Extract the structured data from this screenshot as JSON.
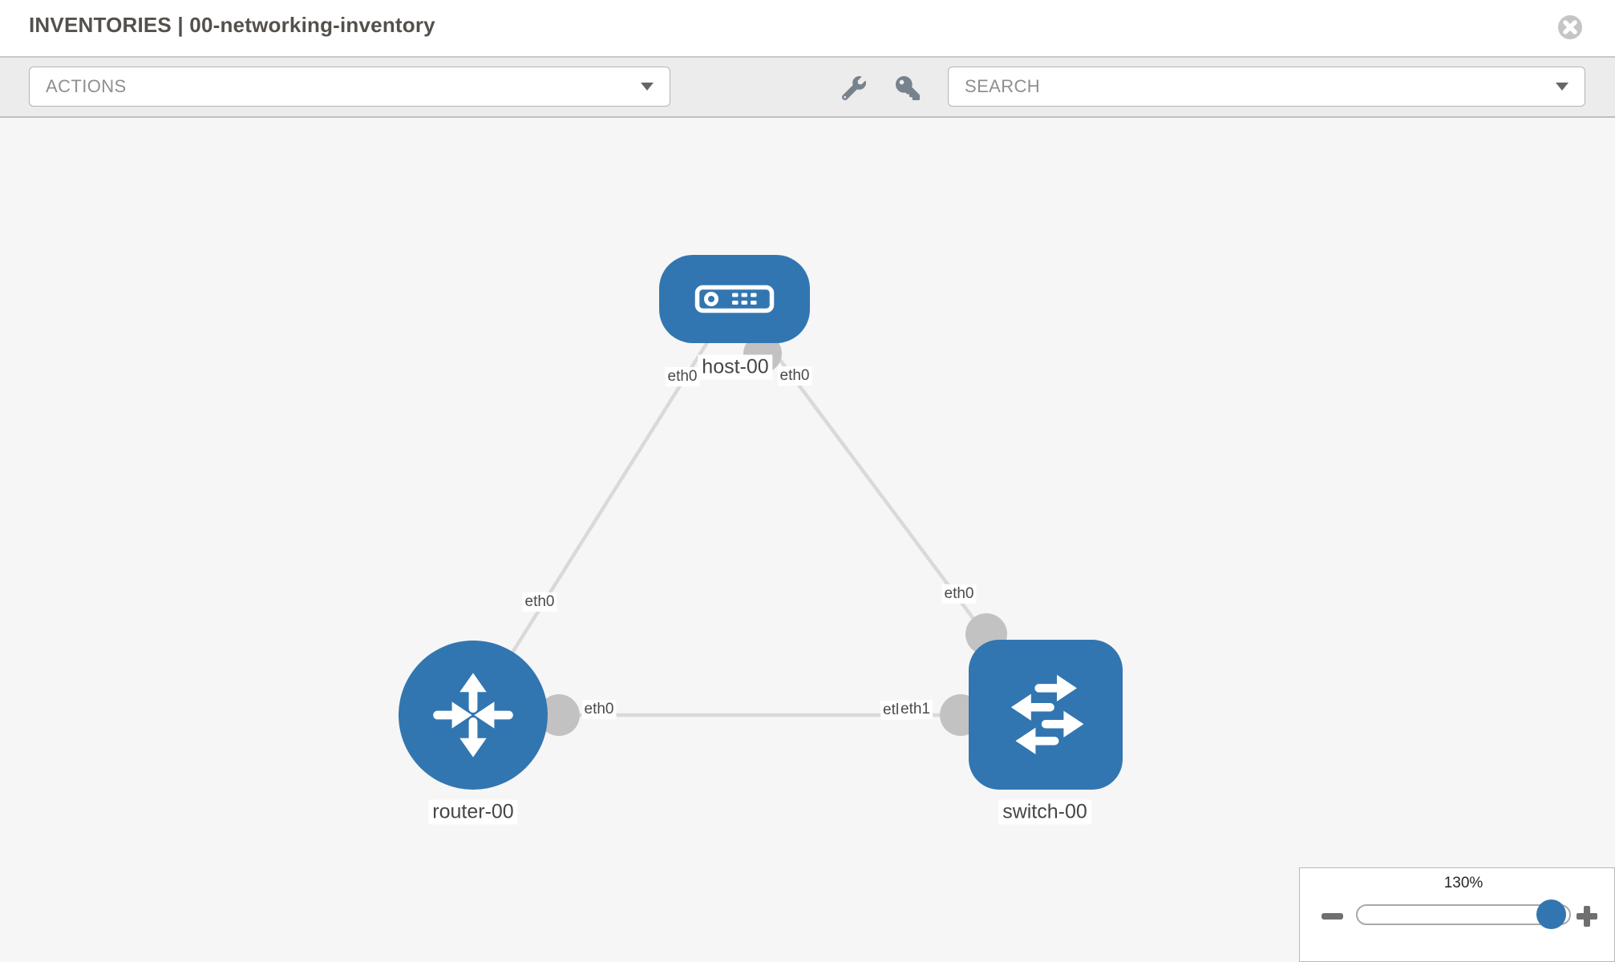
{
  "header": {
    "title": "INVENTORIES | 00-networking-inventory"
  },
  "toolbar": {
    "actions_label": "ACTIONS",
    "search_label": "SEARCH",
    "icons": [
      "wrench-icon",
      "key-icon"
    ]
  },
  "diagram": {
    "nodes": [
      {
        "name": "host-00",
        "type": "host",
        "icon": "server-icon"
      },
      {
        "name": "router-00",
        "type": "router",
        "icon": "router-arrows-icon"
      },
      {
        "name": "switch-00",
        "type": "switch",
        "icon": "switch-arrows-icon"
      }
    ],
    "links": [
      {
        "source": "host-00",
        "source_port": "eth0",
        "target": "router-00",
        "target_port": "eth0"
      },
      {
        "source": "host-00",
        "source_port": "eth0",
        "target": "switch-00",
        "target_port": "eth0"
      },
      {
        "source": "router-00",
        "source_port": "eth0",
        "target": "switch-00",
        "target_port": "eth1"
      }
    ],
    "occluded_port_label": "eth0"
  },
  "zoom_control": {
    "level": "130%",
    "icons": [
      "minus-icon",
      "plus-icon"
    ]
  },
  "colors": {
    "node_blue": "#3276b1",
    "link_gray": "#d9d9d9",
    "endpoint_gray": "#c2c2c2",
    "toolbar_bg": "#ececec",
    "canvas_bg": "#f6f6f6"
  }
}
